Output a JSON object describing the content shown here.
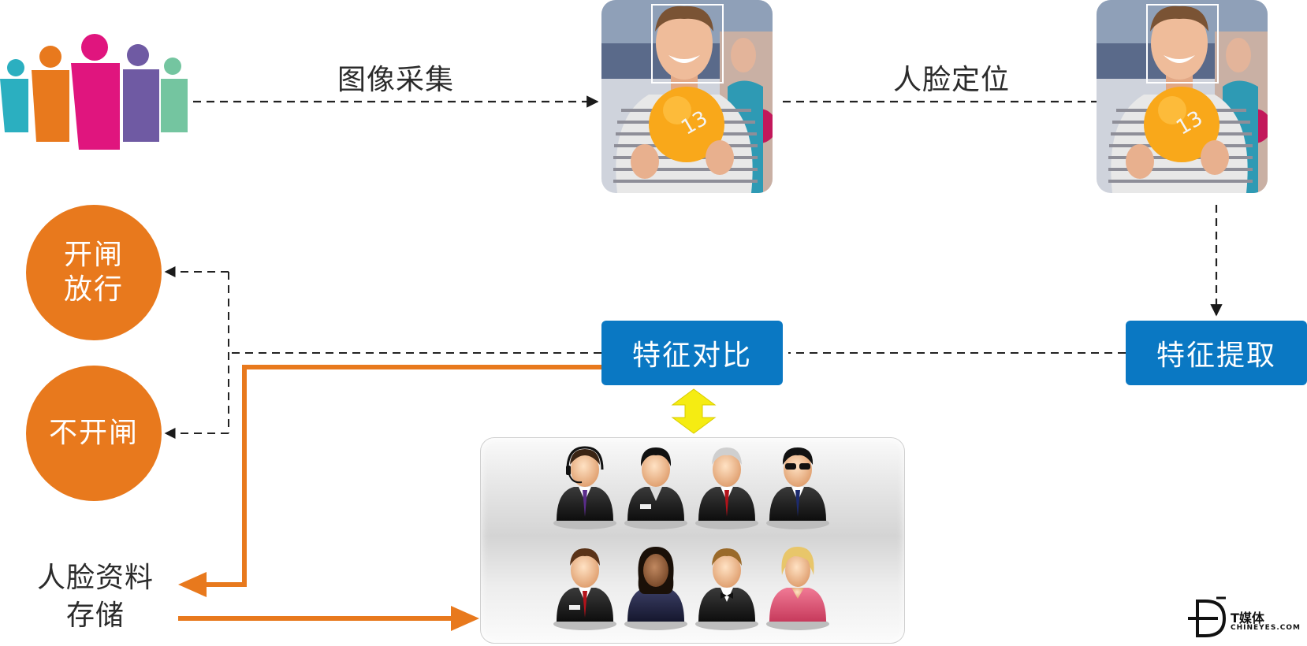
{
  "steps": {
    "capture_label": "图像采集",
    "locate_label": "人脸定位",
    "extract_label": "特征提取",
    "compare_label": "特征对比"
  },
  "outcomes": {
    "open_line1": "开闸",
    "open_line2": "放行",
    "deny": "不开闸"
  },
  "storage": {
    "line1": "人脸资料",
    "line2": "存储"
  },
  "logo": {
    "name": "T媒体",
    "domain": "CHINEYES.COM"
  },
  "colors": {
    "orange": "#E8791D",
    "blue": "#0A78C3",
    "yellow": "#F5EC12"
  }
}
